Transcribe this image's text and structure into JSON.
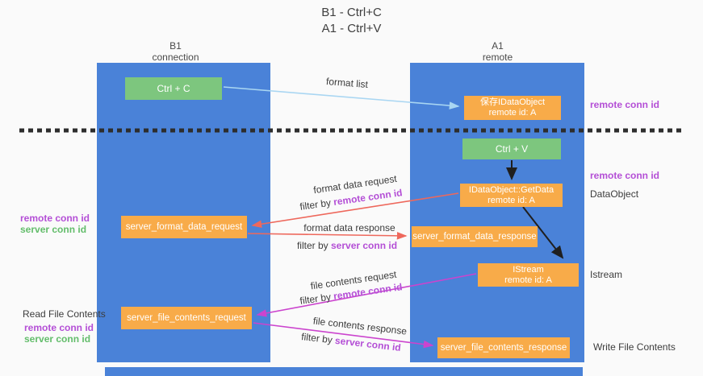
{
  "colors": {
    "background": "#fafafa",
    "lifeline_blue": "#4a82d8",
    "box_green": "#7dc67e",
    "box_orange": "#f8ab49",
    "arrow_red": "#ee685c",
    "arrow_magenta": "#cb44ce",
    "arrow_light_blue": "#a9d6f2",
    "arrow_black": "#1f1f1f",
    "id_purple": "#b44fd6",
    "id_green": "#63bd6b"
  },
  "title": {
    "line1": "B1 - Ctrl+C",
    "line2": "A1 - Ctrl+V"
  },
  "lifelines": {
    "left": {
      "name": "B1",
      "role": "connection"
    },
    "right": {
      "name": "A1",
      "role": "remote"
    }
  },
  "nodes": {
    "ctrl_c": "Ctrl + C",
    "ctrl_v": "Ctrl + V",
    "save_dataobject": {
      "line1": "保存IDataObject",
      "line2": "remote id: A"
    },
    "getdata": {
      "line1": "IDataObject::GetData",
      "line2": "remote id: A"
    },
    "istream": {
      "line1": "IStream",
      "line2": "remote id: A"
    },
    "server_format_data_request": "server_format_data_request",
    "server_format_data_response": "server_format_data_response",
    "server_file_contents_request": "server_file_contents_request",
    "server_file_contents_response": "server_file_contents_response"
  },
  "side_labels": {
    "remote_conn_id": "remote conn id",
    "server_conn_id": "server conn id",
    "dataobject": "DataObject",
    "istream": "Istream",
    "read_file_contents": "Read File Contents",
    "write_file_contents": "Write File Contents"
  },
  "arrow_labels": {
    "format_list": "format list",
    "format_data_request": "format data request",
    "format_data_response": "format data response",
    "file_contents_request": "file contents request",
    "file_contents_response": "file contents response",
    "filter_by": "filter by",
    "remote_conn_id": "remote conn id",
    "server_conn_id": "server conn id"
  }
}
